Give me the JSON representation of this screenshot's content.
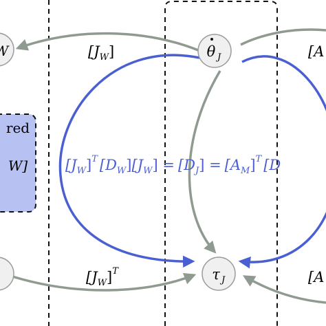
{
  "diagram": {
    "nodes": {
      "left_top": {
        "label": "W"
      },
      "theta_dot_j": {
        "base": "θ",
        "sub": "J"
      },
      "tau_j": {
        "base": "τ",
        "sub": "J"
      },
      "left_bottom": {
        "label": ""
      }
    },
    "box": {
      "line1": "red",
      "line2": "W]"
    },
    "edges": {
      "top_left": {
        "label": "[J",
        "sub": "W",
        "close": "]"
      },
      "top_right": {
        "label": "[A"
      },
      "bottom_left": {
        "label": "[J",
        "sub": "W",
        "close": "]",
        "sup": "T"
      },
      "bottom_right": {
        "label": "[A"
      }
    },
    "equation": {
      "p1": "[J",
      "p1sub": "W",
      "p1close": "]",
      "p1sup": "T",
      "p2": "[D",
      "p2sub": "W",
      "p2close": "]",
      "p3": "[J",
      "p3sub": "W",
      "p3close": "] =",
      "p4": "[D",
      "p4sub": "J",
      "p4close": "] =",
      "p5": "[A",
      "p5sub": "M",
      "p5close": "]",
      "p5sup": "T",
      "p6": "[D"
    },
    "colors": {
      "arrow_gray": "#8f9a90",
      "arrow_blue": "#4a5fd1",
      "node_fill": "#f0f0f0",
      "box_fill": "#b7c2f2"
    }
  }
}
